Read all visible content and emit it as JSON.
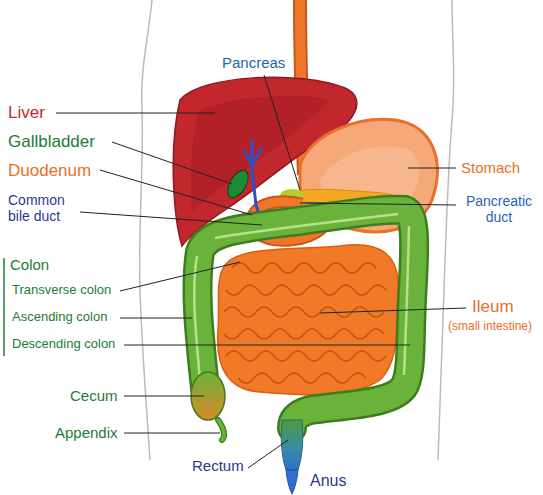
{
  "diagram": {
    "labels": [
      "Pancreas",
      "Liver",
      "Gallbladder",
      "Duodenum",
      "Stomach",
      "Common bile duct",
      "Pancreatic duct",
      "Colon",
      "Transverse colon",
      "Ileum",
      "Ascending colon",
      "(small intestine)",
      "Descending colon",
      "Cecum",
      "Appendix",
      "Rectum",
      "Anus"
    ]
  }
}
